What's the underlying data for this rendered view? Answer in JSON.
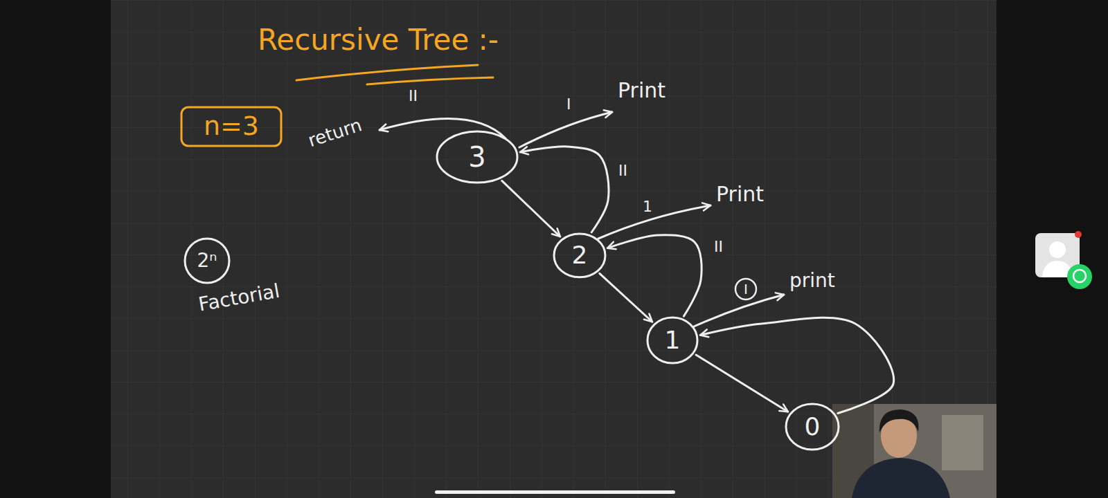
{
  "diagram": {
    "title": "Recursive Tree :-",
    "nodes": [
      {
        "text": [
          "n=3"
        ]
      },
      {
        "text": [
          "2ⁿ"
        ]
      },
      {
        "text": [
          "3"
        ]
      },
      {
        "text": [
          "2"
        ]
      },
      {
        "text": [
          "1"
        ]
      },
      {
        "text": [
          "0"
        ]
      }
    ],
    "edges": [
      {
        "from": 2,
        "to": 3,
        "arrow": "to"
      },
      {
        "from": 3,
        "to": 2,
        "arrow": "to",
        "label": "II"
      },
      {
        "from": 3,
        "to": 4,
        "arrow": "to"
      },
      {
        "from": 4,
        "to": 3,
        "arrow": "to",
        "label": "II"
      },
      {
        "from": 4,
        "to": 5,
        "arrow": "to"
      },
      {
        "from": 5,
        "to": 4,
        "arrow": "to"
      }
    ],
    "labels": [
      "II",
      "I",
      "Print",
      "return",
      "1",
      "Print",
      "Factorial",
      "I",
      "print"
    ]
  }
}
